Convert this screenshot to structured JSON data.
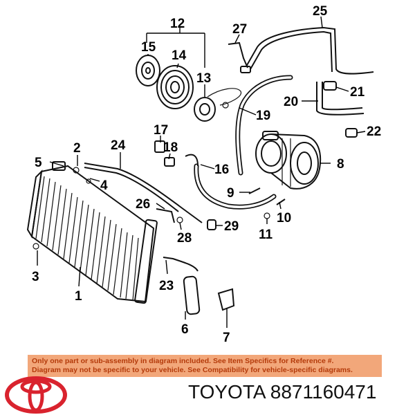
{
  "diagram": {
    "callouts": {
      "c1": "1",
      "c2": "2",
      "c3": "3",
      "c4": "4",
      "c5": "5",
      "c6": "6",
      "c7": "7",
      "c8": "8",
      "c9": "9",
      "c10": "10",
      "c11": "11",
      "c12": "12",
      "c13": "13",
      "c14": "14",
      "c15": "15",
      "c16": "16",
      "c17": "17",
      "c18": "18",
      "c19": "19",
      "c20": "20",
      "c21": "21",
      "c22": "22",
      "c23": "23",
      "c24": "24",
      "c25": "25",
      "c26": "26",
      "c27": "27",
      "c28": "28",
      "c29": "29"
    }
  },
  "notice": {
    "line1": "Only one part or sub-assembly in diagram included. See Item Specifics for Reference #.",
    "line2": "Diagram may not be specific to your vehicle. See Compatibility for vehicle-specific diagrams."
  },
  "caption": {
    "brand": "TOYOTA",
    "part_number": "8871160471"
  },
  "colors": {
    "notice_bg": "#f2a77a",
    "notice_text": "#b43a0a",
    "logo_red": "#d9232e"
  },
  "icons": {
    "brand_logo": "toyota-logo-icon"
  }
}
